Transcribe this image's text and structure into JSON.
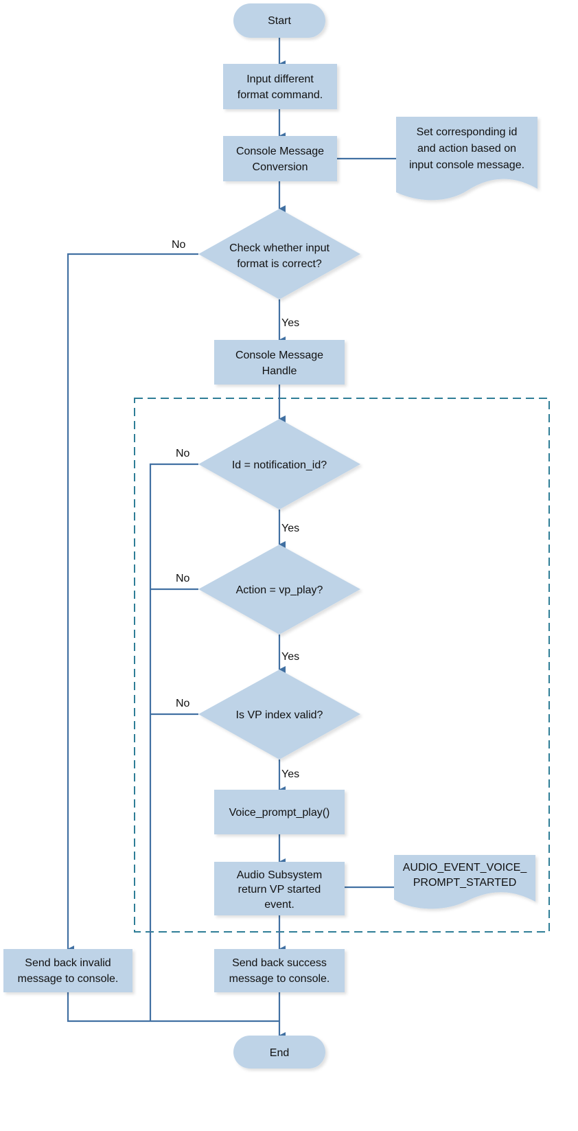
{
  "colors": {
    "fill": "#bed3e7",
    "line": "#4170a2",
    "group_border": "#2e7d96"
  },
  "nodes": {
    "start": "Start",
    "input_cmd": [
      "Input different",
      "format command."
    ],
    "conversion": [
      "Console Message",
      "Conversion"
    ],
    "conversion_note": [
      "Set corresponding id",
      "and action based on",
      "input console message."
    ],
    "check_format": [
      "Check whether input",
      "format is correct?"
    ],
    "handle": [
      "Console Message",
      "Handle"
    ],
    "check_id": "Id = notification_id?",
    "check_action": "Action = vp_play?",
    "check_vp": "Is VP index valid?",
    "vp_play": "Voice_prompt_play()",
    "audio_event": [
      "Audio Subsystem",
      "return VP started",
      "event."
    ],
    "audio_note": [
      "AUDIO_EVENT_VOICE_",
      "PROMPT_STARTED"
    ],
    "send_invalid": [
      "Send back invalid",
      "message to console."
    ],
    "send_success": [
      "Send back success",
      "message to console."
    ],
    "end": "End"
  },
  "edge_labels": {
    "yes": "Yes",
    "no": "No"
  }
}
